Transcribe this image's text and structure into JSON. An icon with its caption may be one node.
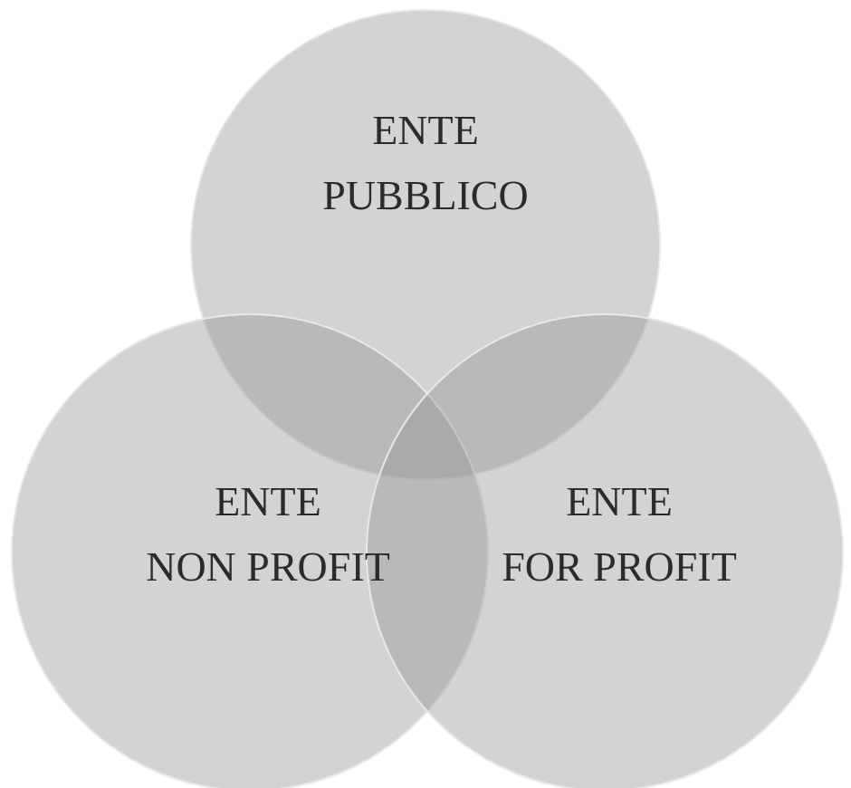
{
  "diagram": {
    "nodes": [
      {
        "text": [
          "ENTE PUBBLICO"
        ]
      },
      {
        "text": [
          "ENTE NON PROFIT"
        ]
      },
      {
        "text": [
          "ENTE FOR PROFIT"
        ]
      }
    ],
    "edges": []
  }
}
